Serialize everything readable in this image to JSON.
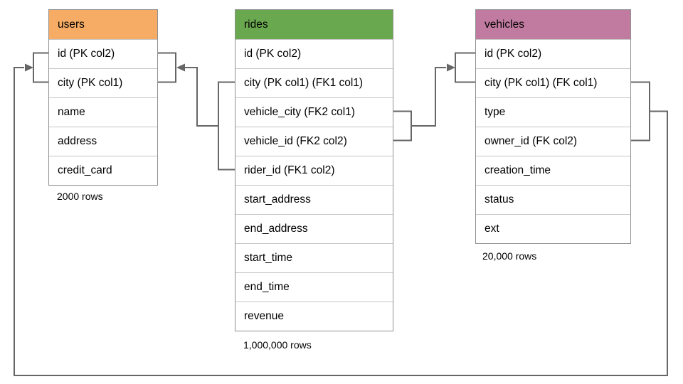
{
  "diagram": {
    "connector_color": "#666666",
    "tables": [
      {
        "name": "users",
        "header_color": "#F6AC64",
        "columns": [
          "id (PK col2)",
          "city (PK col1)",
          "name",
          "address",
          "credit_card"
        ],
        "row_count_label": "2000 rows"
      },
      {
        "name": "rides",
        "header_color": "#6AA84F",
        "columns": [
          "id (PK col2)",
          "city (PK col1) (FK1 col1)",
          "vehicle_city (FK2 col1)",
          "vehicle_id (FK2 col2)",
          "rider_id (FK1 col2)",
          "start_address",
          "end_address",
          "start_time",
          "end_time",
          "revenue"
        ],
        "row_count_label": "1,000,000 rows"
      },
      {
        "name": "vehicles",
        "header_color": "#C27BA0",
        "columns": [
          "id (PK col2)",
          "city (PK col1) (FK col1)",
          "type",
          "owner_id (FK col2)",
          "creation_time",
          "status",
          "ext"
        ],
        "row_count_label": "20,000 rows"
      }
    ],
    "relationships": [
      {
        "from": "rides (city, rider_id)",
        "to": "users (id, city)",
        "key": "FK1"
      },
      {
        "from": "rides (vehicle_city, vehicle_id)",
        "to": "vehicles (id, city)",
        "key": "FK2"
      },
      {
        "from": "vehicles (city, owner_id)",
        "to": "users (id, city)",
        "key": "FK"
      }
    ]
  }
}
